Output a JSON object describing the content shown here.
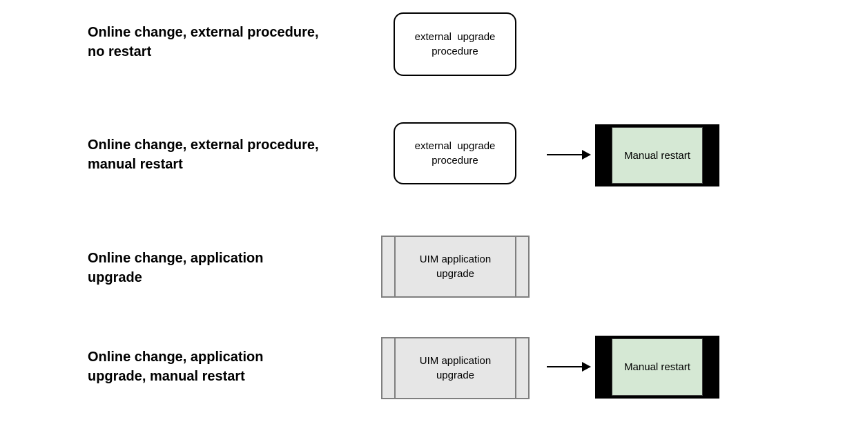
{
  "figure": {
    "background": "#ffffff",
    "colors": {
      "label_text": "#000000",
      "rounded_rect_fill": "#ffffff",
      "rounded_rect_border": "#000000",
      "process_fill": "#e6e6e6",
      "process_border": "#7f7f7f",
      "restart_frame": "#000000",
      "restart_fill": "#d5e8d4",
      "arrow": "#000000"
    },
    "rows": [
      {
        "label": {
          "line1": "Online change, external procedure,",
          "line2": "no restart"
        },
        "source": {
          "shape": "rounded-rectangle",
          "line1": "external  upgrade",
          "line2": "procedure"
        }
      },
      {
        "label": {
          "line1": "Online change, external procedure,",
          "line2": "manual restart"
        },
        "source": {
          "shape": "rounded-rectangle",
          "line1": "external  upgrade",
          "line2": "procedure"
        },
        "connector": {
          "type": "arrow-right"
        },
        "target": {
          "shape": "framed-process",
          "text": "Manual restart"
        }
      },
      {
        "label": {
          "line1": "Online change, application",
          "line2": "upgrade"
        },
        "source": {
          "shape": "process",
          "line1": "UIM application",
          "line2": "upgrade"
        }
      },
      {
        "label": {
          "line1": "Online change, application",
          "line2": "upgrade, manual restart"
        },
        "source": {
          "shape": "process",
          "line1": "UIM application",
          "line2": "upgrade"
        },
        "connector": {
          "type": "arrow-right"
        },
        "target": {
          "shape": "framed-process",
          "text": "Manual restart"
        }
      }
    ]
  }
}
